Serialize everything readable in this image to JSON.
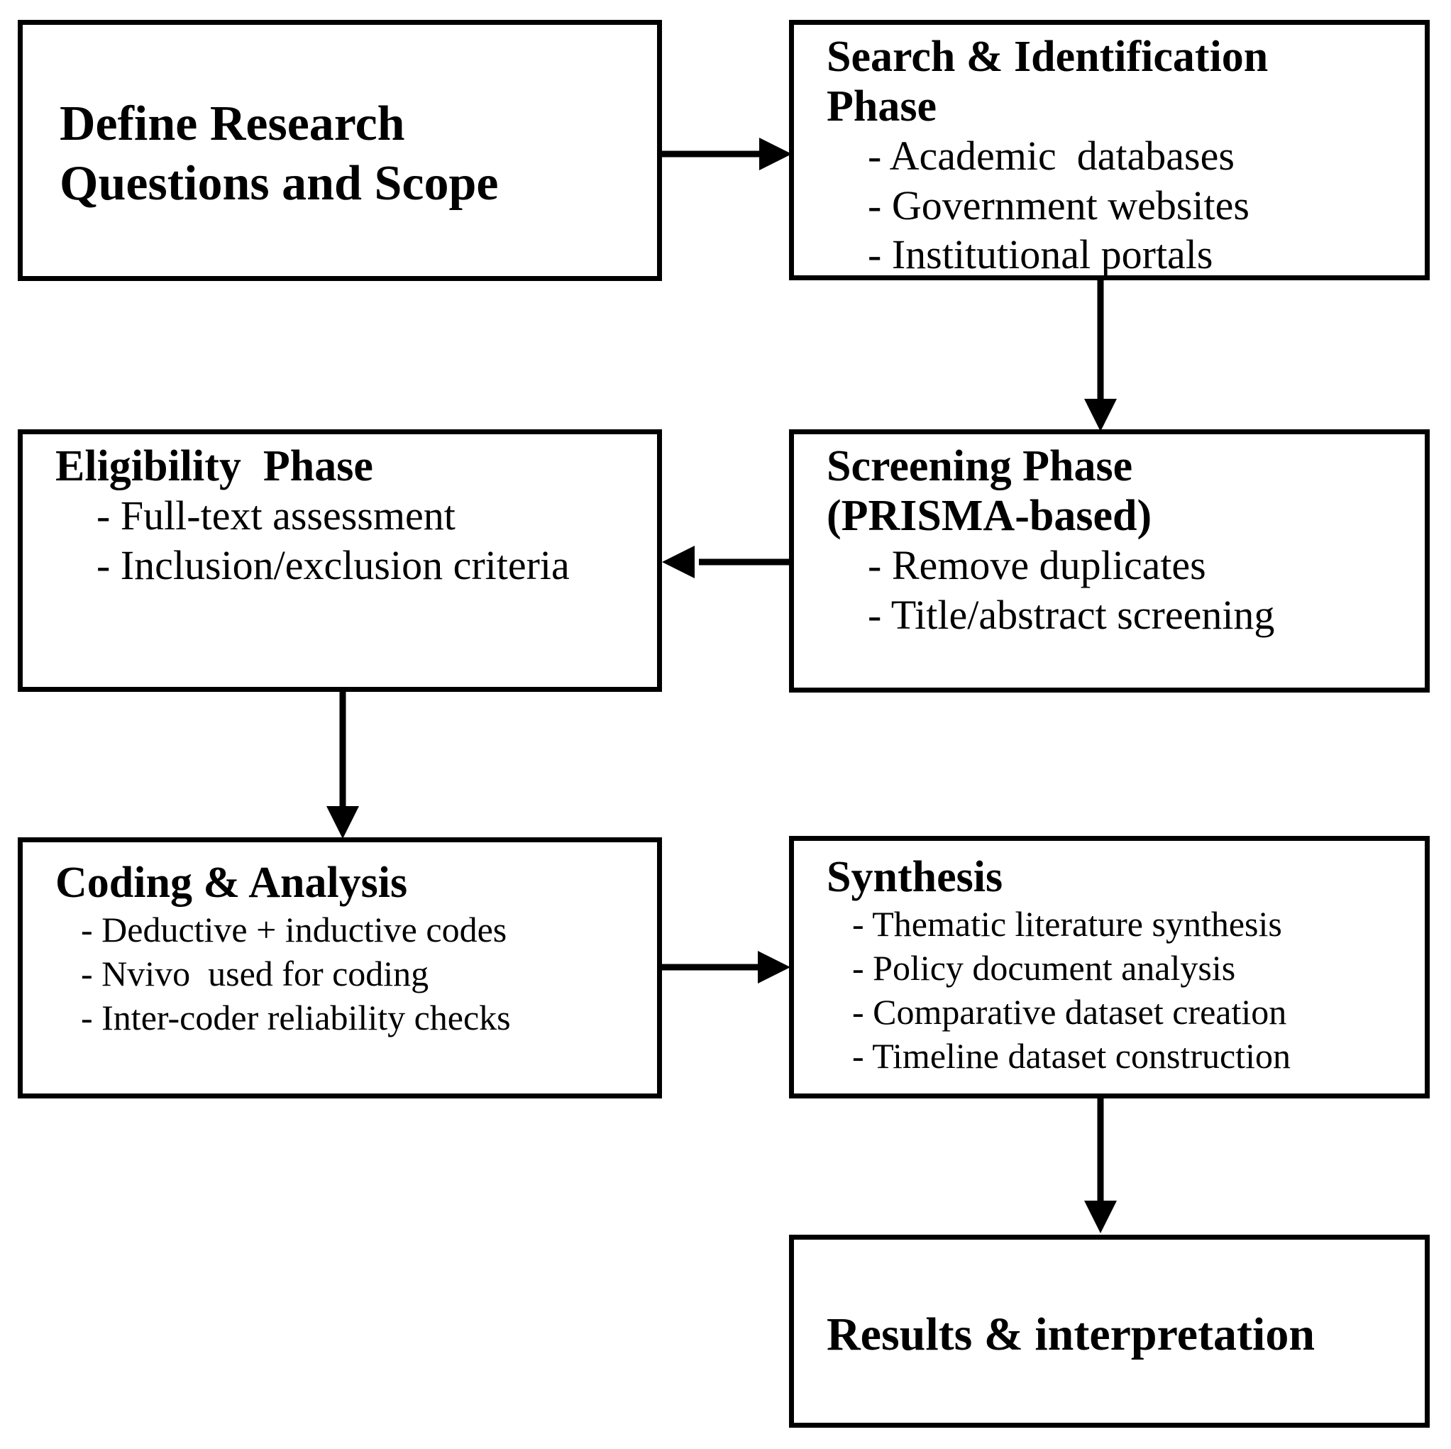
{
  "diagram": {
    "type": "flowchart",
    "colors": {
      "box_border": "#000000",
      "box_fill": "#ffffff",
      "text": "#000000",
      "arrow": "#000000",
      "background": "#ffffff"
    },
    "boxes": [
      {
        "id": "define-scope",
        "title_lines": [
          "Define Research",
          "Questions and Scope"
        ],
        "bullets": []
      },
      {
        "id": "search-identification",
        "title_lines": [
          "Search & Identification",
          "Phase"
        ],
        "bullets": [
          "- Academic  databases",
          "- Government websites",
          "- Institutional portals"
        ]
      },
      {
        "id": "screening",
        "title_lines": [
          "Screening Phase",
          "(PRISMA-based)"
        ],
        "bullets": [
          "- Remove duplicates",
          "- Title/abstract screening"
        ]
      },
      {
        "id": "eligibility",
        "title_lines": [
          "Eligibility  Phase"
        ],
        "bullets": [
          "- Full-text assessment",
          "- Inclusion/exclusion criteria"
        ]
      },
      {
        "id": "coding-analysis",
        "title_lines": [
          "Coding & Analysis"
        ],
        "bullets": [
          "- Deductive + inductive codes",
          "- Nvivo  used for coding",
          "- Inter-coder reliability checks"
        ]
      },
      {
        "id": "synthesis",
        "title_lines": [
          "Synthesis"
        ],
        "bullets": [
          "- Thematic literature synthesis",
          "- Policy document analysis",
          "- Comparative dataset creation",
          "- Timeline dataset construction"
        ]
      },
      {
        "id": "results",
        "title_lines": [
          "Results & interpretation"
        ],
        "bullets": []
      }
    ],
    "edges": [
      {
        "from": "define-scope",
        "to": "search-identification",
        "direction": "right"
      },
      {
        "from": "search-identification",
        "to": "screening",
        "direction": "down"
      },
      {
        "from": "screening",
        "to": "eligibility",
        "direction": "left"
      },
      {
        "from": "eligibility",
        "to": "coding-analysis",
        "direction": "down"
      },
      {
        "from": "coding-analysis",
        "to": "synthesis",
        "direction": "right"
      },
      {
        "from": "synthesis",
        "to": "results",
        "direction": "down"
      }
    ]
  }
}
